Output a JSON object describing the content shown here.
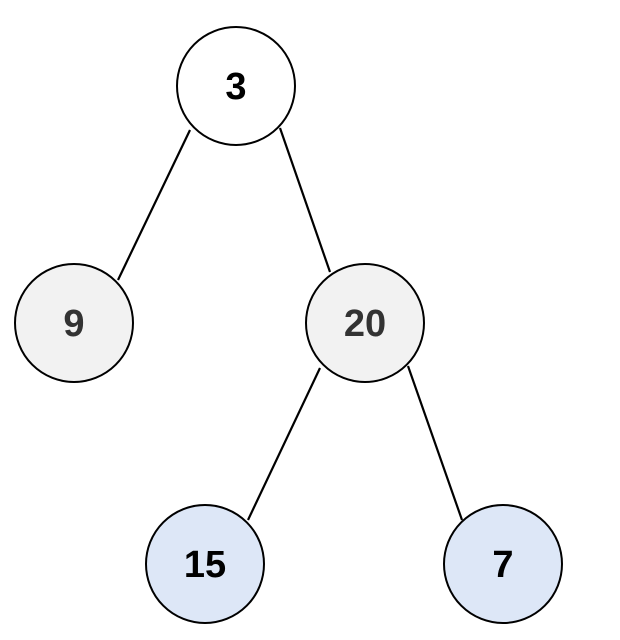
{
  "colors": {
    "background": "#ffffff",
    "stroke": "#000000",
    "root_fill": "#ffffff",
    "internal_fill": "#f2f2f2",
    "leaf_fill": "#dde7f7",
    "root_text": "#000000",
    "internal_text": "#333333",
    "leaf_text": "#000000"
  },
  "tree": {
    "nodes": [
      {
        "id": "n3",
        "label": "3",
        "style": "root"
      },
      {
        "id": "n9",
        "label": "9",
        "style": "internal"
      },
      {
        "id": "n20",
        "label": "20",
        "style": "internal"
      },
      {
        "id": "n15",
        "label": "15",
        "style": "leaf"
      },
      {
        "id": "n7",
        "label": "7",
        "style": "leaf"
      }
    ],
    "edges": [
      {
        "from": "n3",
        "to": "n9"
      },
      {
        "from": "n3",
        "to": "n20"
      },
      {
        "from": "n20",
        "to": "n15"
      },
      {
        "from": "n20",
        "to": "n7"
      }
    ]
  }
}
